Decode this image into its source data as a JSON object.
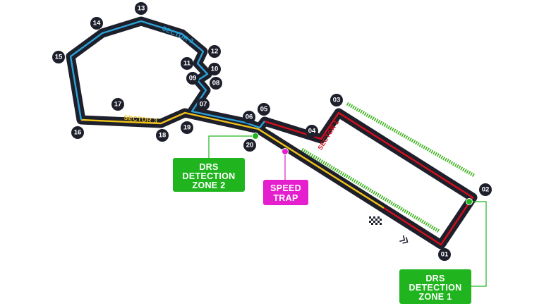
{
  "colors": {
    "track": "#1d1f2b",
    "sector_1": "#d40f1c",
    "sector_2": "#2aa1d6",
    "sector_3": "#f2c318",
    "drs_zone": "#3cb21c",
    "detection_box": "#20b51f",
    "speed_trap": "#e51fcd",
    "corner_marker": "#1d1f2b"
  },
  "sectors": [
    {
      "id": "sector_1",
      "label": "SECTOR 1"
    },
    {
      "id": "sector_2",
      "label": "SECTOR 2"
    },
    {
      "id": "sector_3",
      "label": "SECTOR 3"
    }
  ],
  "corners": [
    "01",
    "02",
    "03",
    "04",
    "05",
    "06",
    "07",
    "08",
    "09",
    "10",
    "11",
    "12",
    "13",
    "14",
    "15",
    "16",
    "17",
    "18",
    "19",
    "20"
  ],
  "detection_zones": [
    {
      "id": "zone_1",
      "lines": [
        "DRS",
        "DETECTION",
        "ZONE 1"
      ]
    },
    {
      "id": "zone_2",
      "lines": [
        "DRS",
        "DETECTION",
        "ZONE 2"
      ]
    }
  ],
  "speed_trap": {
    "lines": [
      "SPEED",
      "TRAP"
    ]
  },
  "icons": {
    "start_finish": "checkered-flag-icon",
    "direction": "double-chevron-right-icon"
  }
}
